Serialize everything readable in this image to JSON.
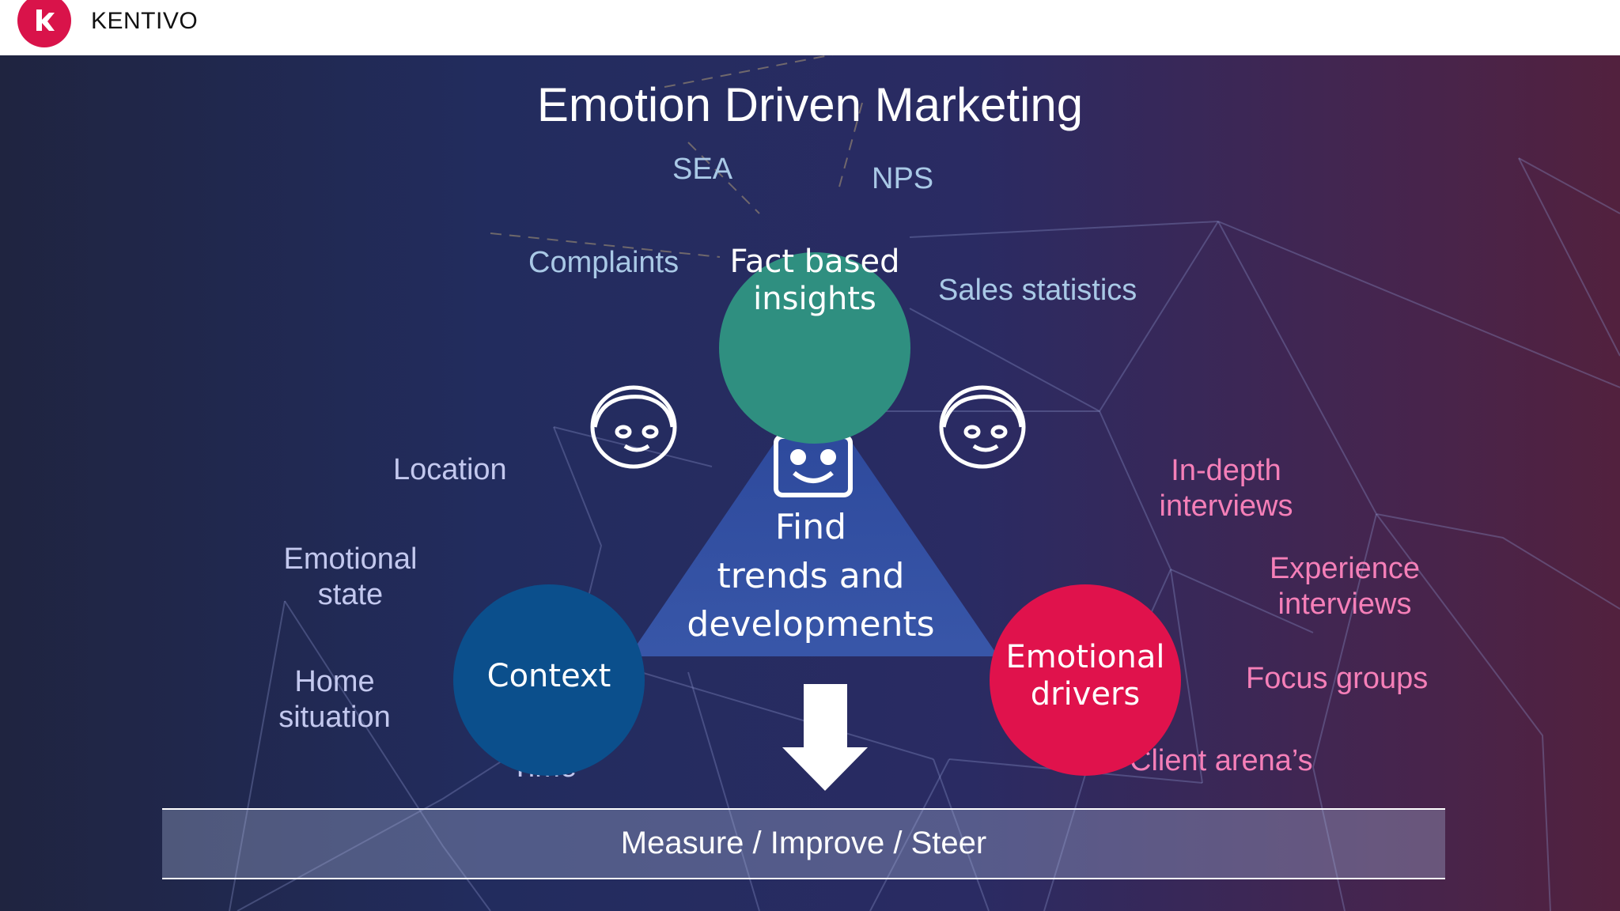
{
  "header": {
    "brand": "KENTIVO"
  },
  "slide": {
    "title": "Emotion Driven Marketing",
    "hubs": {
      "fact": "Fact based\ninsights",
      "context": "Context",
      "emotional": "Emotional\ndrivers"
    },
    "center_text": "Find\ntrends and\ndevelopments",
    "fact_labels": {
      "sea": "SEA",
      "nps": "NPS",
      "complaints": "Complaints",
      "sales": "Sales statistics"
    },
    "context_labels": {
      "location": "Location",
      "emotional_state": "Emotional\nstate",
      "home_situation": "Home\nsituation",
      "time": "Time"
    },
    "emotional_labels": {
      "indepth": "In-depth\ninterviews",
      "experience": "Experience\ninterviews",
      "focus": "Focus groups",
      "client_arena": "Client arena’s"
    },
    "bottom_bar": "Measure / Improve / Steer",
    "colors": {
      "fact_hub": "#2f8f80",
      "context_hub": "#0b4f8c",
      "emotional_hub": "#e0124c",
      "pink_text": "#f57fb8",
      "blue_text": "#a9c9e6",
      "logo": "#d9134a"
    }
  }
}
